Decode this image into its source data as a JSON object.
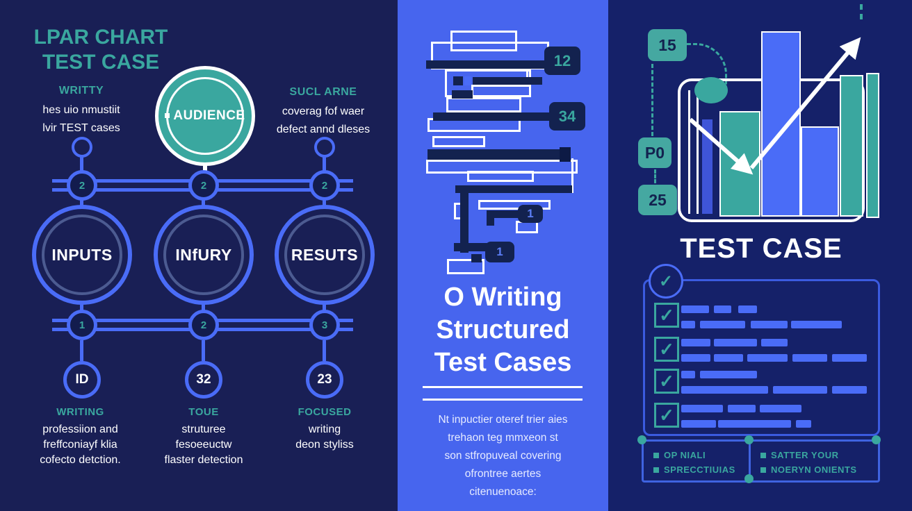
{
  "colors": {
    "teal": "#3aa79f",
    "blue": "#4a6cf7",
    "navy_left": "#191f55",
    "blue_mid": "#4765ee",
    "navy_right": "#152169",
    "bar_navy": "#13224f",
    "white": "#ffffff"
  },
  "left_panel": {
    "title_line1": "LPAR CHART",
    "title_line2": "TEST CASE",
    "left_note": {
      "heading": "WRITTY",
      "line1": "hes uio nmustiit",
      "line2": "lvir TEST cases"
    },
    "right_note": {
      "heading": "SUCL ARNE",
      "line1": "coverag fof waer",
      "line2": "defect annd dleses"
    },
    "audience_label": "AUDIENCE",
    "top_nodes": {
      "n1": "2",
      "n2": "2",
      "n3": "2"
    },
    "main_circles": {
      "c1": "INPUTS",
      "c2": "INfURY",
      "c3": "RESUTS"
    },
    "bottom_nodes": {
      "n1": "1",
      "n2": "2",
      "n3": "3"
    },
    "id_circles": {
      "c1": "ID",
      "c2": "32",
      "c3": "23"
    },
    "footers": {
      "col1": {
        "heading": "WRITING",
        "line1": "professiion and",
        "line2": "freffconiayf klia",
        "line3": "cofecto detction."
      },
      "col2": {
        "heading": "TOUE",
        "line1": "struturee",
        "line2": "fesoeeuctw",
        "line3": "flaster detection"
      },
      "col3": {
        "heading": "FOCUSED",
        "line1": "writing",
        "line2": "deon styliss",
        "line3": ""
      }
    }
  },
  "middle_panel": {
    "badge_12": "12",
    "badge_34": "34",
    "badge_1a": "1",
    "badge_1b": "1",
    "title_line1": "O Writing",
    "title_line2": "Structured",
    "title_line3": "Test Cases",
    "paragraph_line1": "Nt inpuctier oteref trier aies",
    "paragraph_line2": "trehaon teg mmxeon st",
    "paragraph_line3": "son stfropuveal covering",
    "paragraph_line4": "ofrontree aertes",
    "paragraph_line5": "citenuenoace:"
  },
  "right_panel": {
    "badge_15": "15",
    "badge_p0": "P0",
    "badge_25": "25",
    "title": "TEST CASE",
    "check_glyph": "✓",
    "footer_box1": {
      "line1": "OP NIALI",
      "line2": "SPRECCTIUIAS"
    },
    "footer_box2": {
      "line1": "SATTER YOUR",
      "line2": "NOERYN ONIENTS"
    }
  }
}
